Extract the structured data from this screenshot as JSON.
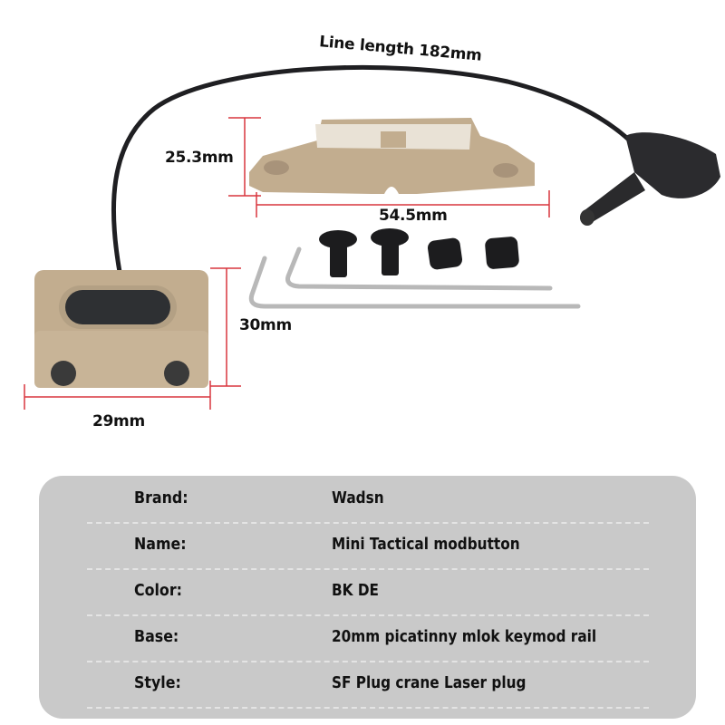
{
  "product_image": {
    "cable_label": "Line length 182mm",
    "dimensions": {
      "mount_height": "25.3mm",
      "mount_width": "54.5mm",
      "switch_height": "30mm",
      "switch_width": "29mm"
    },
    "colors": {
      "tan": "#c2ad8f",
      "dimension_line": "#d9363e",
      "cable": "#1f1f22"
    }
  },
  "specs": {
    "rows": [
      {
        "label": "Brand:",
        "value": "Wadsn"
      },
      {
        "label": "Name:",
        "value": "Mini Tactical modbutton"
      },
      {
        "label": "Color:",
        "value": "BK DE"
      },
      {
        "label": "Base:",
        "value": "20mm picatinny mlok keymod rail"
      },
      {
        "label": "Style:",
        "value": "SF Plug crane Laser plug"
      }
    ],
    "panel_color": "#c9c9c9"
  }
}
